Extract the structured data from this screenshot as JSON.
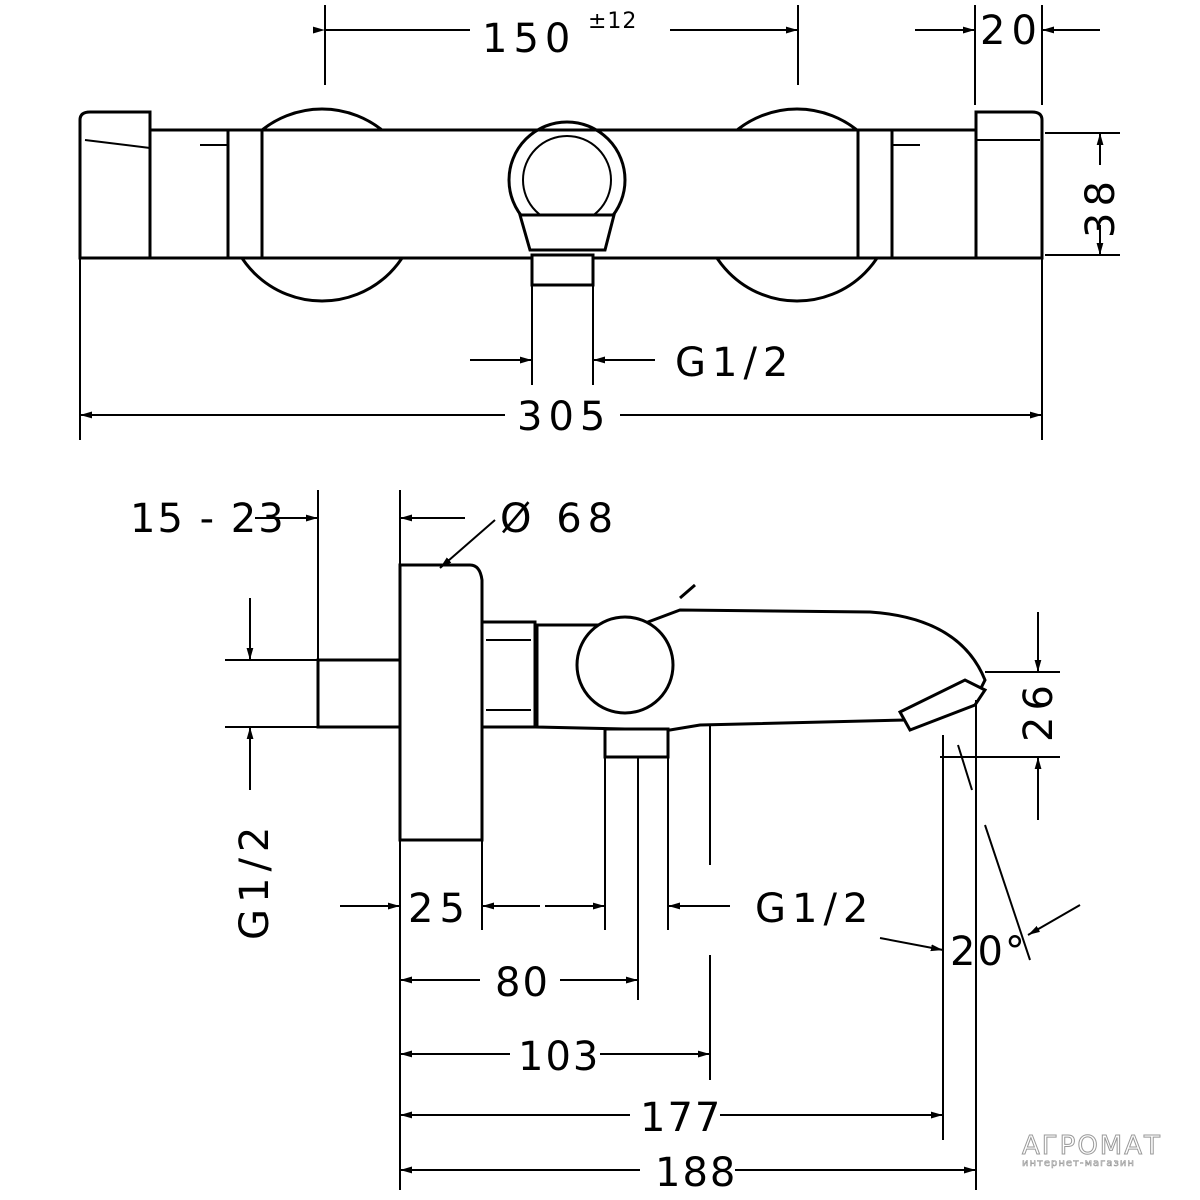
{
  "top_view": {
    "dim_centers": "150",
    "dim_centers_tol": "±12",
    "dim_cap": "20",
    "dim_height": "38",
    "dim_outlet": "G1/2",
    "dim_total": "305"
  },
  "side_view": {
    "dim_projection": "15 - 23",
    "dim_diameter": "Ø 68",
    "dim_inlet": "G1/2",
    "dim_25": "25",
    "dim_outlet": "G1/2",
    "dim_80": "80",
    "dim_103": "103",
    "dim_177": "177",
    "dim_188": "188",
    "dim_26": "26",
    "dim_angle": "20°"
  },
  "watermark": {
    "brand": "АГРОМАТ",
    "tagline": "интернет-магазин"
  }
}
